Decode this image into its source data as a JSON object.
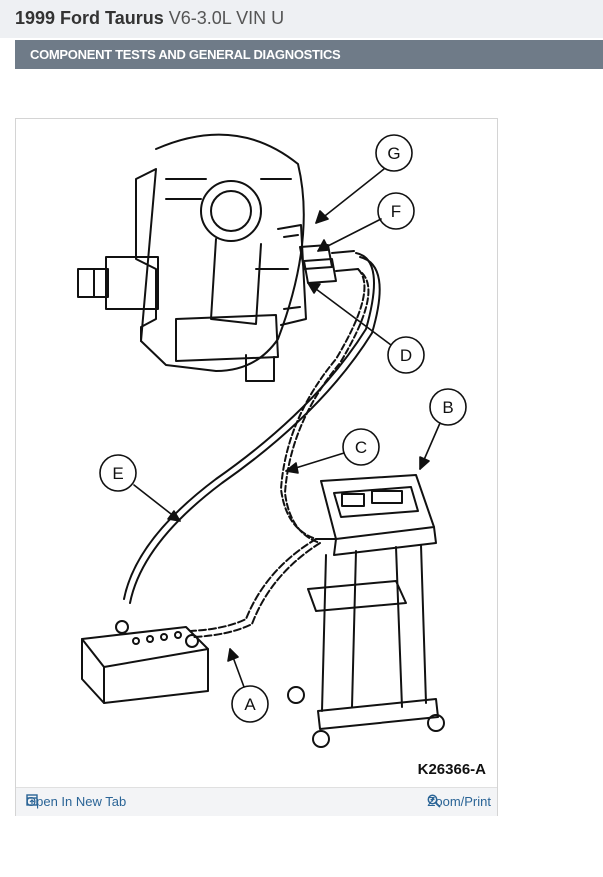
{
  "header": {
    "title": "1999 Ford Taurus",
    "subtitle": "V6-3.0L VIN U"
  },
  "section": {
    "title": "COMPONENT TESTS AND GENERAL DIAGNOSTICS"
  },
  "figure": {
    "labels": [
      "G",
      "F",
      "D",
      "B",
      "C",
      "E",
      "A"
    ],
    "figure_id": "K26366-A",
    "open_label": "Open In New Tab",
    "zoom_label": "Zoom/Print"
  }
}
